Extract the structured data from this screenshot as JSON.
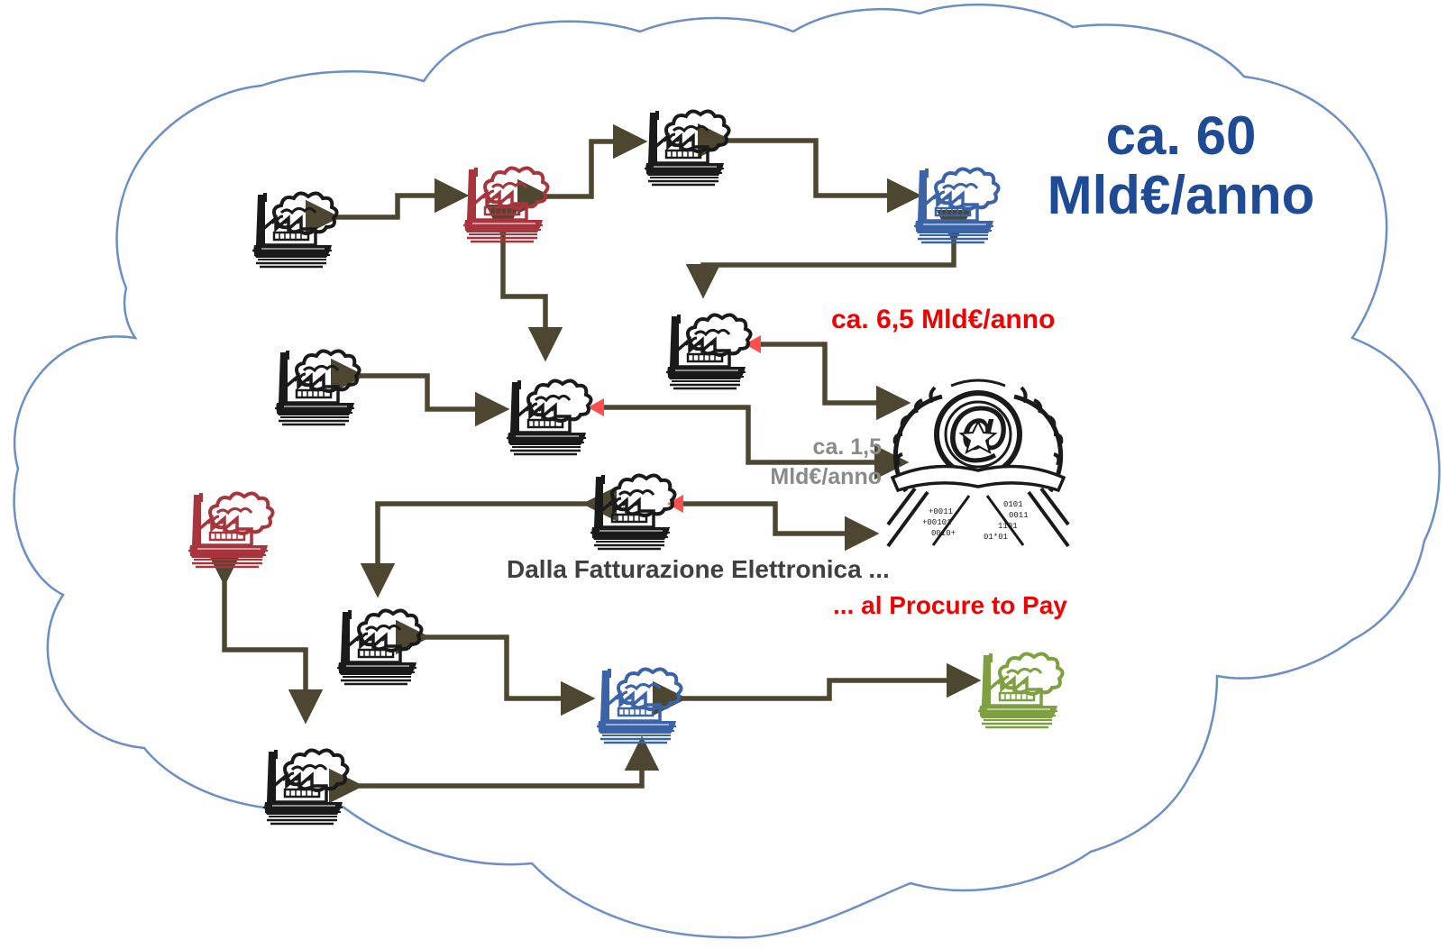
{
  "labels": {
    "total_flow": [
      "ca. 60",
      "Mld€/anno"
    ],
    "channel_flow": "ca. 6,5 Mld€/anno",
    "channel_flow_small": [
      "ca. 1,5",
      "Mld€/anno"
    ],
    "caption_line1": "Dalla Fatturazione Elettronica ...",
    "caption_line2": "... al Procure to Pay"
  },
  "colors": {
    "cloud_outline": "#6b8fc4",
    "arrow": "#4d4731",
    "arrow_head_accent": "#ff5050",
    "factory_black": "#1a1a1a",
    "factory_red": "#a8353c",
    "factory_blue": "#3a63a8",
    "factory_green": "#7fa040",
    "total_text": "#1e4a96",
    "red_text": "#f00000",
    "grey_text": "#8a8a8a",
    "dark_text": "#404040"
  },
  "icons": {
    "factory": "factory-icon",
    "emblem": "italian-republic-emblem-at-sign"
  }
}
